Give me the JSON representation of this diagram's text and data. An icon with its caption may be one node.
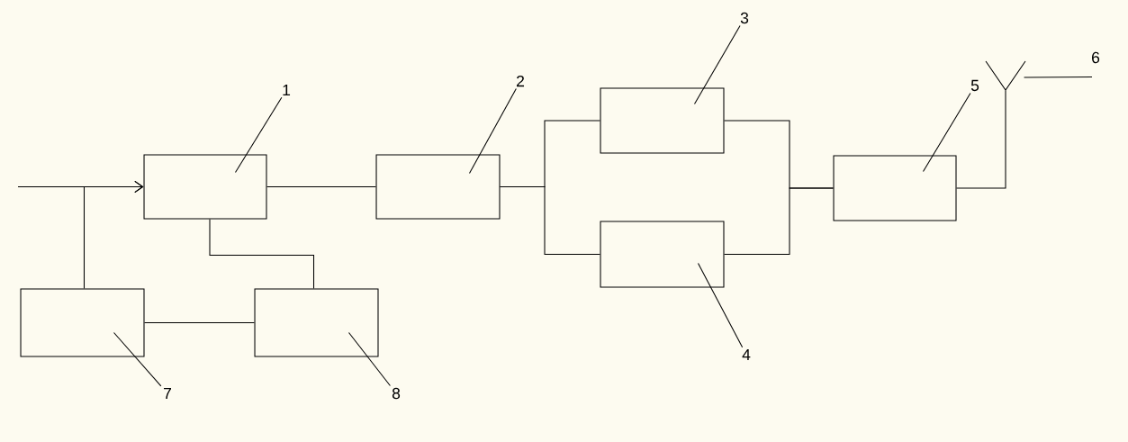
{
  "diagram": {
    "nodes": [
      {
        "text": [],
        "shape": "box"
      },
      {
        "text": [],
        "shape": "box"
      },
      {
        "text": [],
        "shape": "box"
      },
      {
        "text": [],
        "shape": "box"
      },
      {
        "text": [],
        "shape": "box"
      },
      {
        "text": [],
        "shape": "antenna"
      },
      {
        "text": [],
        "shape": "box"
      },
      {
        "text": [],
        "shape": "box"
      },
      {
        "text": [
          "1"
        ]
      },
      {
        "text": [
          "2"
        ]
      },
      {
        "text": [
          "3"
        ]
      },
      {
        "text": [
          "4"
        ]
      },
      {
        "text": [
          "5"
        ]
      },
      {
        "text": [
          "6"
        ]
      },
      {
        "text": [
          "7"
        ]
      },
      {
        "text": [
          "8"
        ]
      }
    ],
    "edges": [
      {
        "from": null,
        "to": 0,
        "arrow": "to"
      },
      {
        "from": 6,
        "to": 0,
        "arrow": "to"
      },
      {
        "from": 0,
        "to": 1,
        "arrow": "none"
      },
      {
        "from": 1,
        "to": 2,
        "arrow": "none"
      },
      {
        "from": 1,
        "to": 3,
        "arrow": "none"
      },
      {
        "from": 2,
        "to": 4,
        "arrow": "none"
      },
      {
        "from": 3,
        "to": 4,
        "arrow": "none"
      },
      {
        "from": 4,
        "to": 5,
        "arrow": "none"
      },
      {
        "from": 0,
        "to": 7,
        "arrow": "none"
      },
      {
        "from": 6,
        "to": 7,
        "arrow": "none"
      },
      {
        "from": 8,
        "to": 0,
        "arrow": "none"
      },
      {
        "from": 9,
        "to": 1,
        "arrow": "none"
      },
      {
        "from": 10,
        "to": 2,
        "arrow": "none"
      },
      {
        "from": 11,
        "to": 3,
        "arrow": "none"
      },
      {
        "from": 12,
        "to": 4,
        "arrow": "none"
      },
      {
        "from": 13,
        "to": 5,
        "arrow": "none"
      },
      {
        "from": 14,
        "to": 6,
        "arrow": "none"
      },
      {
        "from": 15,
        "to": 7,
        "arrow": "none"
      }
    ]
  }
}
